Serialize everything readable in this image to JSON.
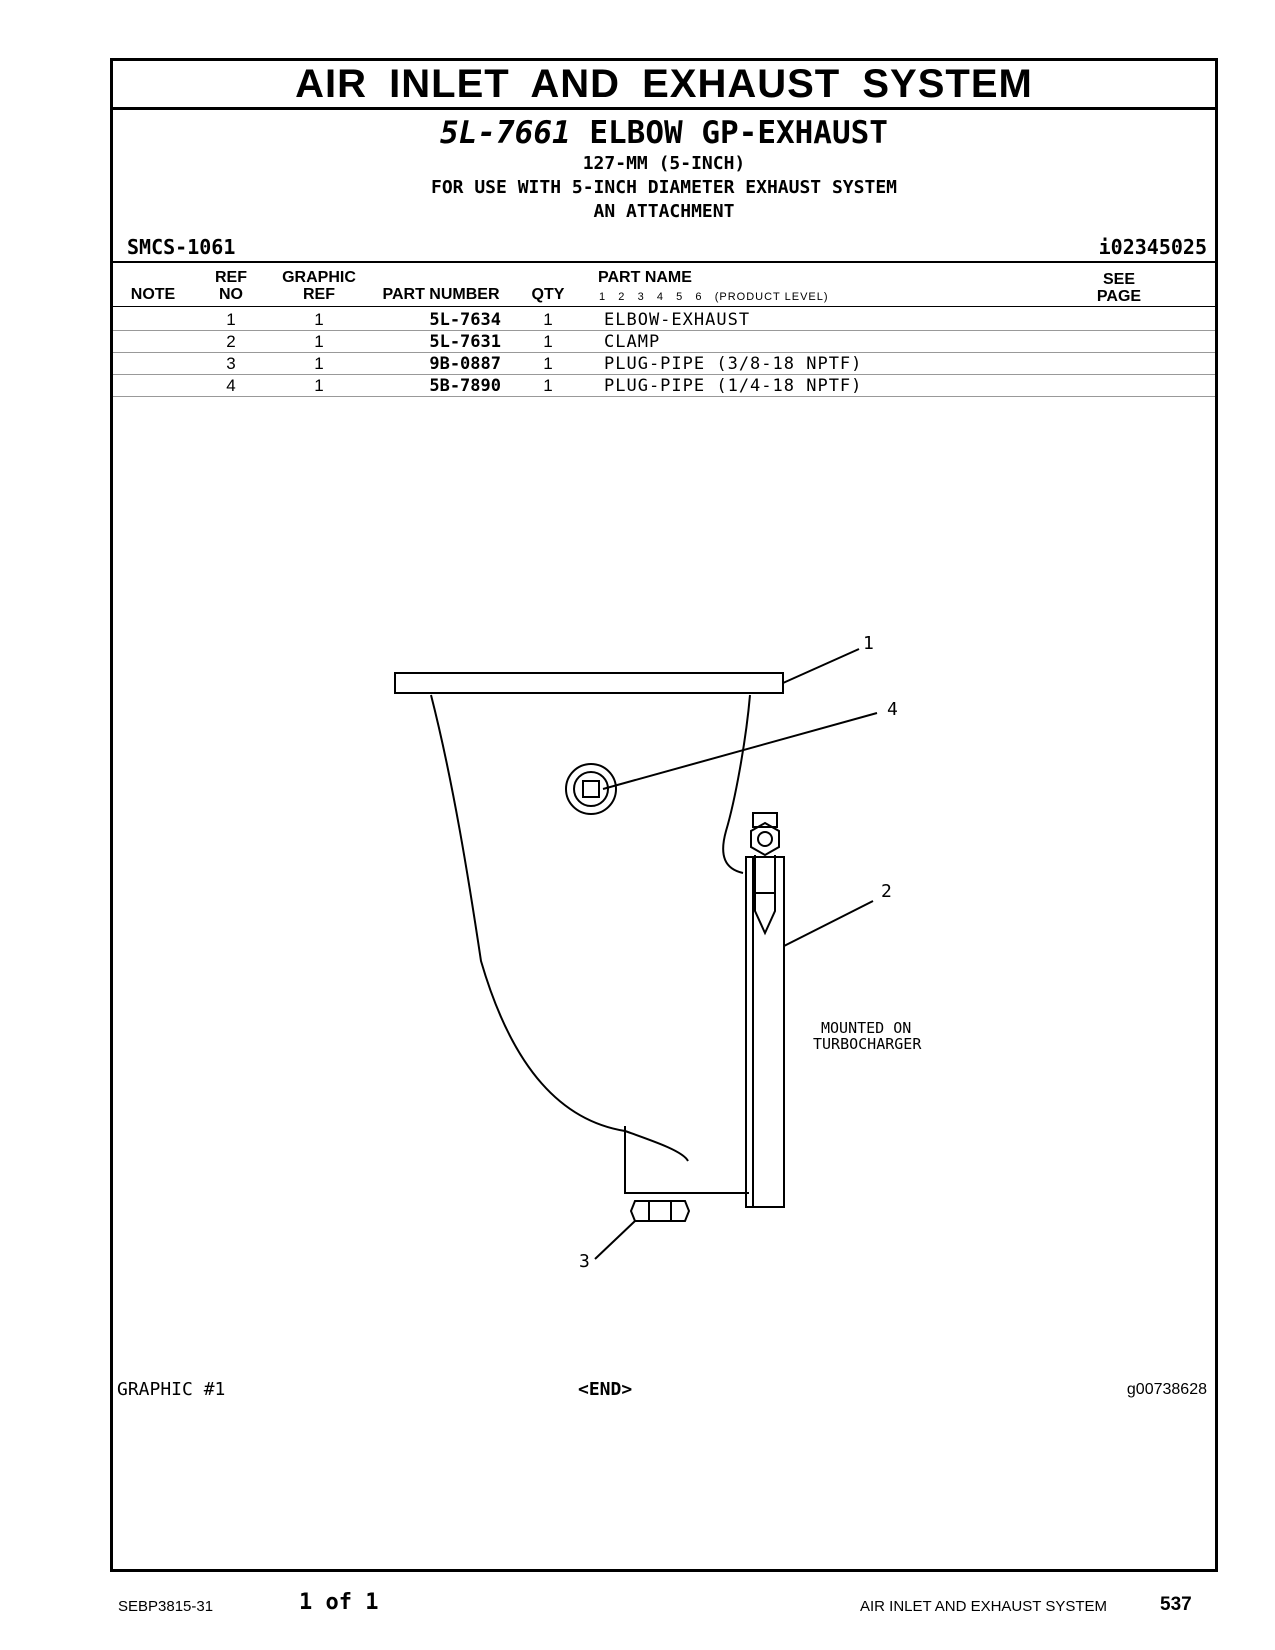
{
  "section_title": "AIR INLET AND EXHAUST SYSTEM",
  "group": {
    "part_number": "5L-7661",
    "name": "ELBOW GP-EXHAUST",
    "lines": [
      "127-MM (5-INCH)",
      "FOR USE WITH 5-INCH DIAMETER EXHAUST SYSTEM",
      "AN ATTACHMENT"
    ]
  },
  "smcs": "SMCS-1061",
  "info_number": "i02345025",
  "table": {
    "headers": {
      "note": "NOTE",
      "ref_no": [
        "REF",
        "NO"
      ],
      "graphic_ref": [
        "GRAPHIC",
        "REF"
      ],
      "part_number": "PART NUMBER",
      "qty": "QTY",
      "part_name": "PART NAME",
      "product_level": "1   2   3   4   5   6   (PRODUCT LEVEL)",
      "see_page": [
        "SEE",
        "PAGE"
      ]
    },
    "rows": [
      {
        "ref": "1",
        "graphic": "1",
        "part_number": "5L-7634",
        "qty": "1",
        "name": "ELBOW-EXHAUST"
      },
      {
        "ref": "2",
        "graphic": "1",
        "part_number": "5L-7631",
        "qty": "1",
        "name": "CLAMP"
      },
      {
        "ref": "3",
        "graphic": "1",
        "part_number": "9B-0887",
        "qty": "1",
        "name": "PLUG-PIPE (3/8-18 NPTF)"
      },
      {
        "ref": "4",
        "graphic": "1",
        "part_number": "5B-7890",
        "qty": "1",
        "name": "PLUG-PIPE (1/4-18 NPTF)"
      }
    ]
  },
  "drawing": {
    "callouts": [
      "1",
      "2",
      "3",
      "4"
    ],
    "note_lines": [
      "MOUNTED ON",
      "TURBOCHARGER"
    ]
  },
  "footer": {
    "graphic_label": "GRAPHIC #1",
    "end_marker": "<END>",
    "graphic_id": "g00738628"
  },
  "page": {
    "doc_number": "SEBP3815-31",
    "of": "1 of 1",
    "section": "AIR INLET AND EXHAUST SYSTEM",
    "number": "537"
  }
}
